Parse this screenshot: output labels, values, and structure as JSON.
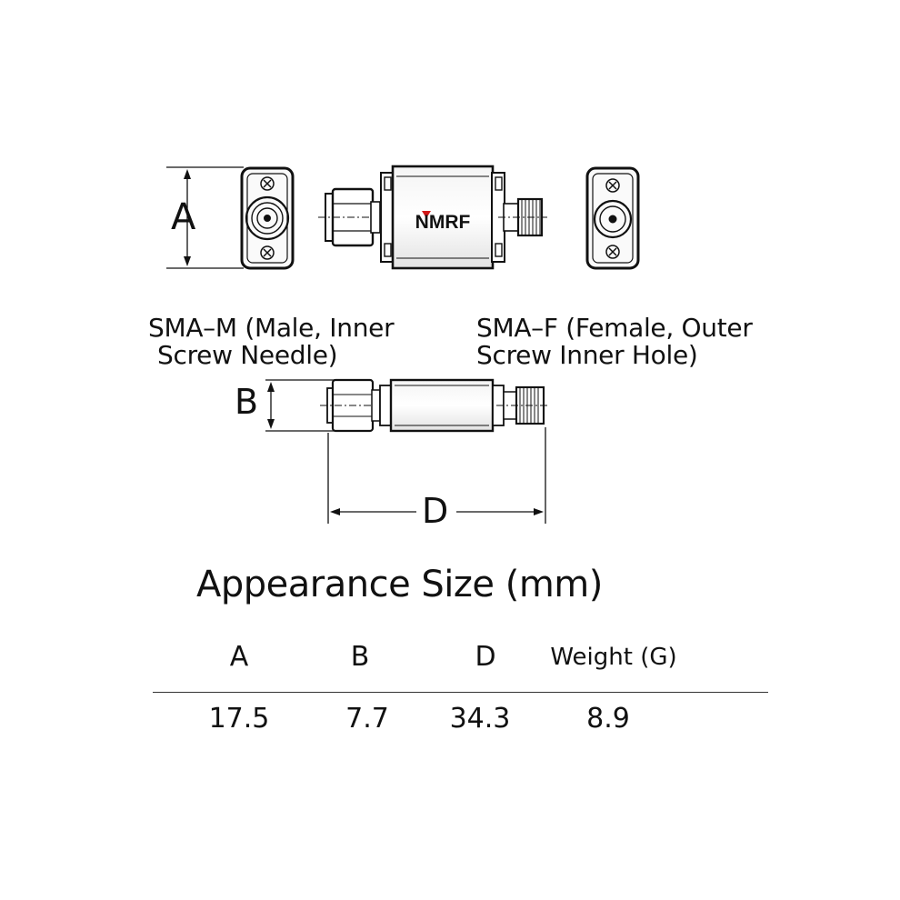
{
  "dimension_labels": {
    "a": "A",
    "b": "B",
    "d": "D"
  },
  "brand_logo": "NMRF",
  "connectors": {
    "male_line1": "SMA–M (Male, Inner",
    "male_line2": "Screw Needle)",
    "female_line1": "SMA–F (Female, Outer",
    "female_line2": "Screw Inner Hole)"
  },
  "table": {
    "title": "Appearance Size (mm)",
    "headers": [
      "A",
      "B",
      "D",
      "Weight (G)"
    ],
    "values": [
      "17.5",
      "7.7",
      "34.3",
      "8.9"
    ]
  },
  "colors": {
    "logo_accent": "#d01818",
    "line": "#111111"
  },
  "icons": [
    "male-end-face-icon",
    "female-end-face-icon",
    "screw-cross-icon"
  ]
}
